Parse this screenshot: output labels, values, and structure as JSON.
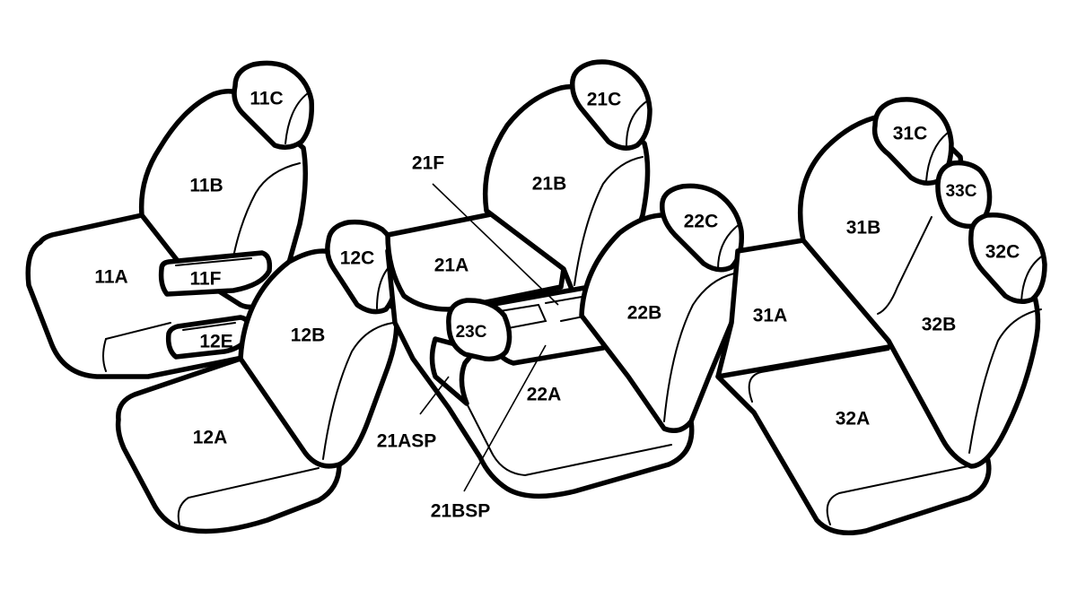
{
  "labels": {
    "l_11C": "11C",
    "l_11B": "11B",
    "l_11A": "11A",
    "l_11F": "11F",
    "l_11E": "12E",
    "l_12C": "12C",
    "l_12B": "12B",
    "l_12A": "12A",
    "l_21F": "21F",
    "l_21C": "21C",
    "l_21B": "21B",
    "l_21A": "21A",
    "l_22C": "22C",
    "l_22B": "22B",
    "l_22A": "22A",
    "l_23C": "23C",
    "l_21ASP": "21ASP",
    "l_21BSP": "21BSP",
    "l_31C": "31C",
    "l_33C": "33C",
    "l_32C": "32C",
    "l_31B": "31B",
    "l_32B": "32B",
    "l_31A": "31A",
    "l_32A": "32A"
  }
}
